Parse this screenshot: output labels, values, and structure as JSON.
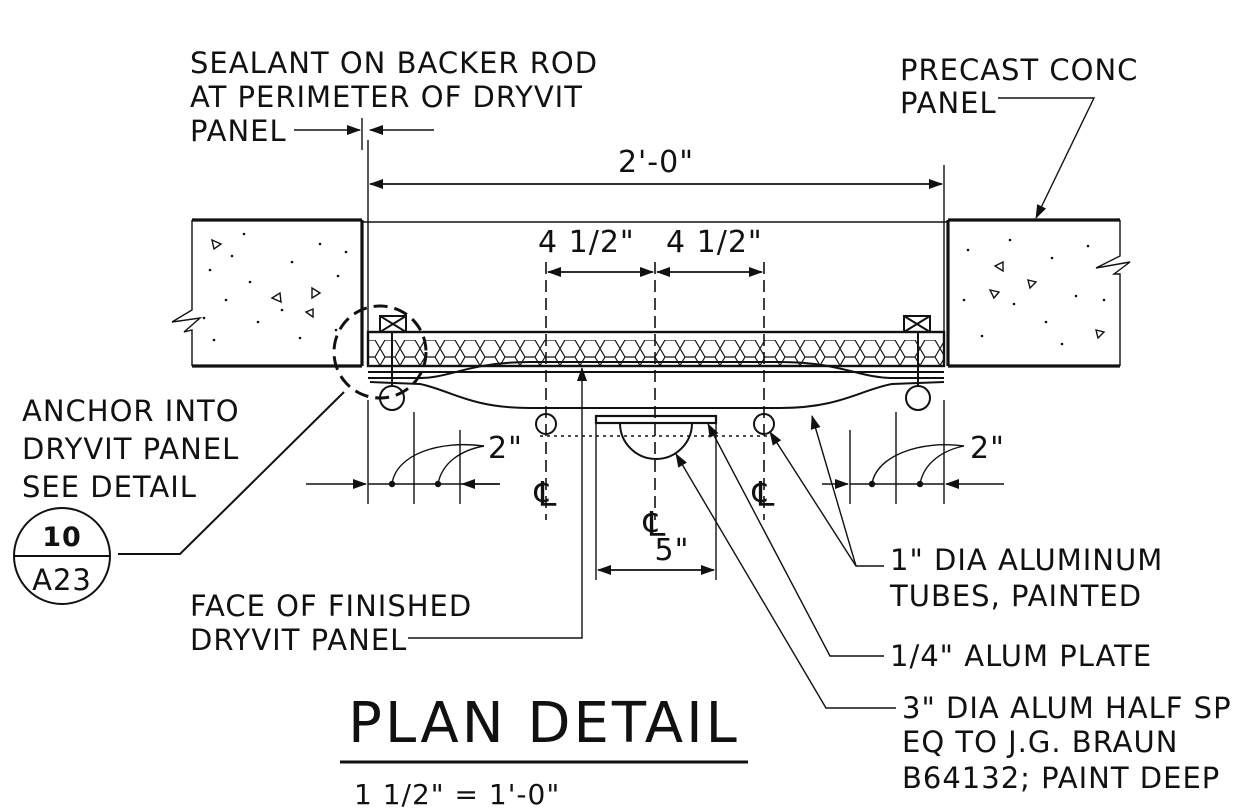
{
  "labels": {
    "sealant": [
      "SEALANT ON BACKER ROD",
      "AT PERIMETER OF DRYVIT",
      "PANEL"
    ],
    "precast": [
      "PRECAST CONC",
      "PANEL"
    ],
    "anchor": [
      "ANCHOR INTO",
      "DRYVIT PANEL",
      "SEE DETAIL"
    ],
    "face": [
      "FACE OF FINISHED",
      "DRYVIT PANEL"
    ],
    "tubes": [
      "1\" DIA ALUMINUM",
      "TUBES, PAINTED"
    ],
    "plate": "1/4\" ALUM PLATE",
    "sphere": [
      "3\" DIA ALUM HALF SP",
      "EQ TO J.G. BRAUN",
      "B64132; PAINT DEEP"
    ]
  },
  "dimensions": {
    "overall": "2'-0\"",
    "left_half": "4 1/2\"",
    "right_half": "4 1/2\"",
    "plate_width": "5\"",
    "edge_left": "2\"",
    "edge_right": "2\""
  },
  "centerline_symbol": "℄",
  "detail_bubble": {
    "number": "10",
    "sheet": "A23"
  },
  "title": "PLAN DETAIL",
  "scale": "1 1/2\" = 1'-0\""
}
